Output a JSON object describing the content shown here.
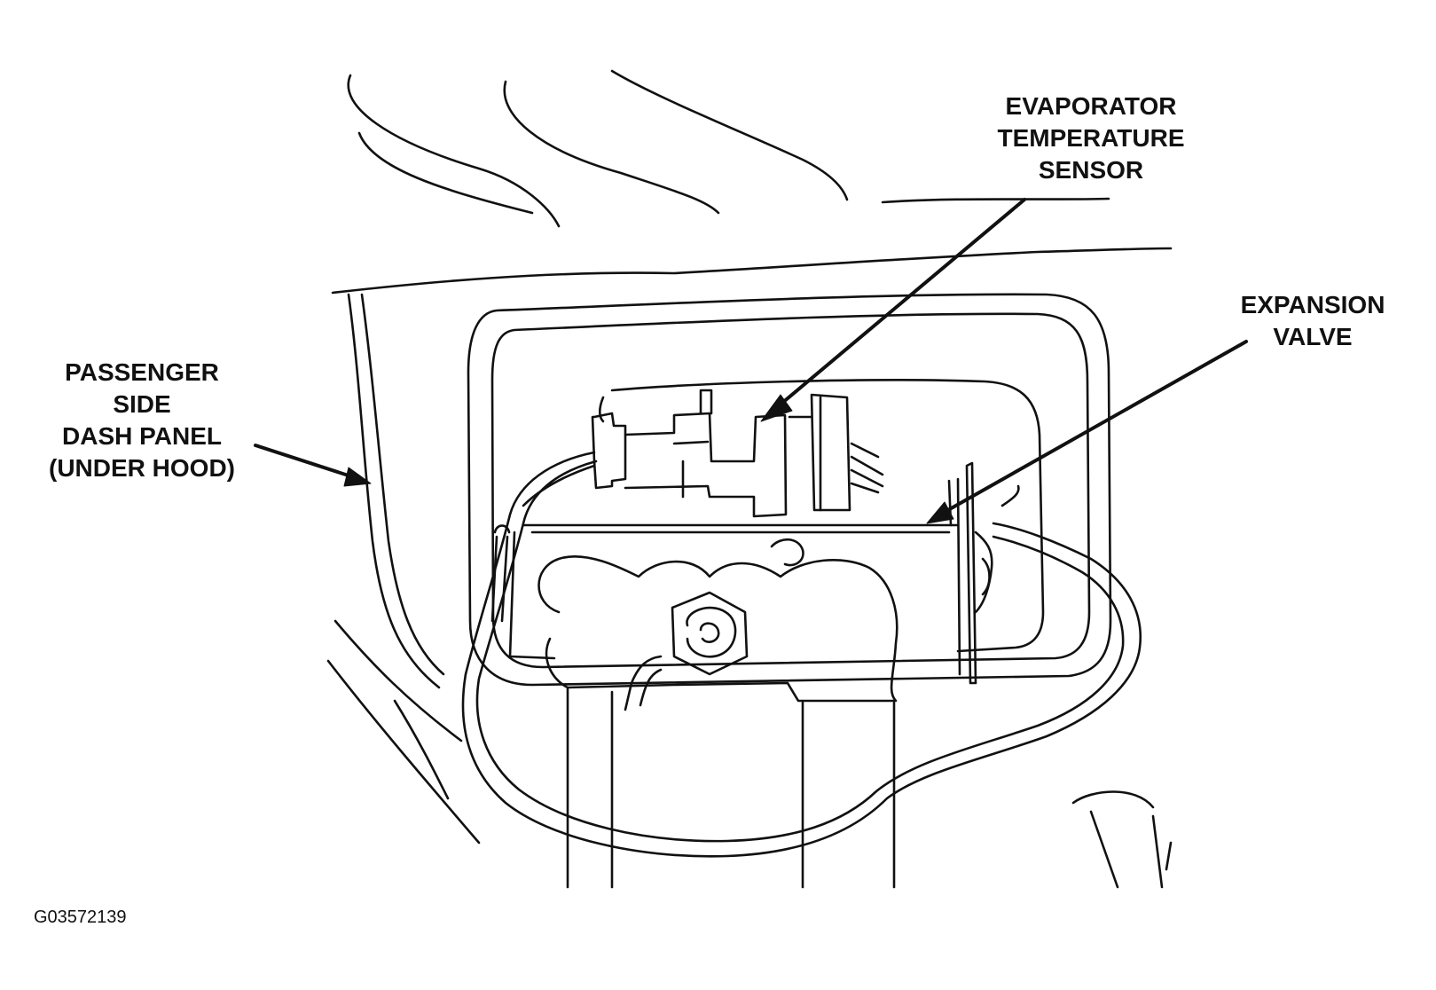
{
  "labels": {
    "evaporator_sensor": [
      "EVAPORATOR",
      "TEMPERATURE",
      "SENSOR"
    ],
    "expansion_valve": [
      "EXPANSION",
      "VALVE"
    ],
    "dash_panel": [
      "PASSENGER",
      "SIDE",
      "DASH PANEL",
      "(UNDER HOOD)"
    ]
  },
  "figure_id": "G03572139",
  "colors": {
    "ink": "#111111",
    "paper": "#ffffff"
  }
}
